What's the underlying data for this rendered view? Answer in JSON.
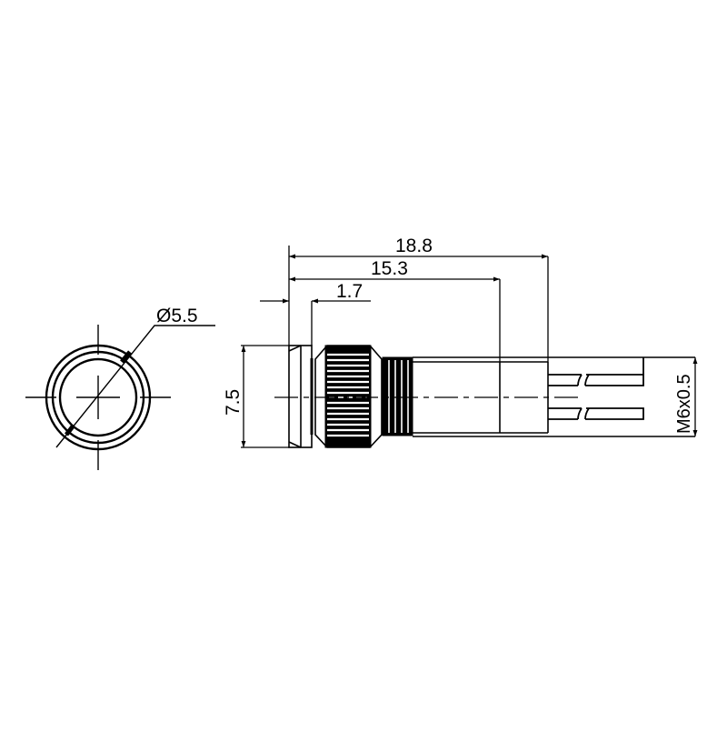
{
  "drawing": {
    "title": "Indicator lamp / panel component technical drawing",
    "colors": {
      "line": "#000000",
      "background": "#ffffff"
    },
    "front_view": {
      "diameter_label": "Ø5.5"
    },
    "side_view": {
      "dimensions": {
        "overall_length": "18.8",
        "body_length": "15.3",
        "flange_thickness": "1.7",
        "head_height": "7.5",
        "thread_spec": "M6x0.5"
      }
    }
  }
}
